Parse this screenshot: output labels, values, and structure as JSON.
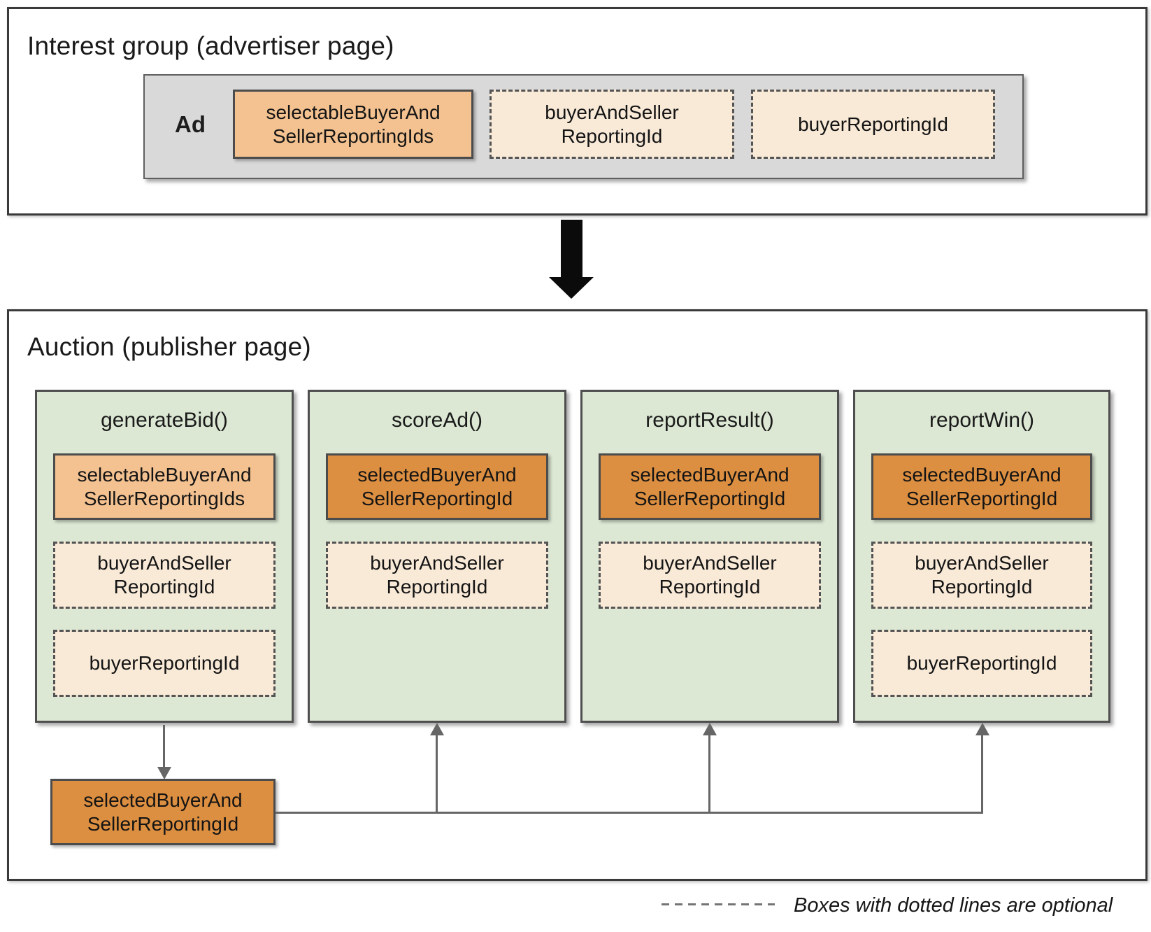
{
  "interest_group": {
    "title": "Interest group (advertiser page)",
    "ad_label": "Ad",
    "boxes": [
      {
        "label": "selectableBuyerAnd\nSellerReportingIds",
        "optional": false
      },
      {
        "label": "buyerAndSeller\nReportingId",
        "optional": true
      },
      {
        "label": "buyerReportingId",
        "optional": true
      }
    ]
  },
  "auction": {
    "title": "Auction (publisher page)",
    "columns": [
      {
        "name": "generateBid()",
        "boxes": [
          {
            "label": "selectableBuyerAnd\nSellerReportingIds",
            "optional": false
          },
          {
            "label": "buyerAndSeller\nReportingId",
            "optional": true
          },
          {
            "label": "buyerReportingId",
            "optional": true
          }
        ]
      },
      {
        "name": "scoreAd()",
        "boxes": [
          {
            "label": "selectedBuyerAnd\nSellerReportingId",
            "optional": false
          },
          {
            "label": "buyerAndSeller\nReportingId",
            "optional": true
          }
        ]
      },
      {
        "name": "reportResult()",
        "boxes": [
          {
            "label": "selectedBuyerAnd\nSellerReportingId",
            "optional": false
          },
          {
            "label": "buyerAndSeller\nReportingId",
            "optional": true
          }
        ]
      },
      {
        "name": "reportWin()",
        "boxes": [
          {
            "label": "selectedBuyerAnd\nSellerReportingId",
            "optional": false
          },
          {
            "label": "buyerAndSeller\nReportingId",
            "optional": true
          },
          {
            "label": "buyerReportingId",
            "optional": true
          }
        ]
      }
    ],
    "selected_output_label": "selectedBuyerAnd\nSellerReportingId"
  },
  "legend": {
    "text": "Boxes with dotted lines are optional"
  },
  "colors": {
    "medium_orange": "#f4c291",
    "dark_orange": "#dd8f41",
    "cream_optional": "#f9ead8",
    "green_column": "#dce8d4",
    "gray_container": "#d9d9d9",
    "connector_gray": "#666666"
  }
}
